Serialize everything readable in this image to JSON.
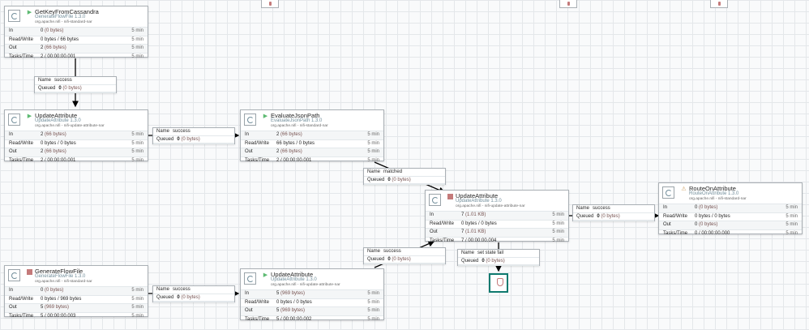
{
  "processors": [
    {
      "name": "GetKeyFromCassandra",
      "type": "GenerateFlowFile 1.3.0",
      "bundle": "org.apache.nifi - nifi-standard-nar",
      "state": "running",
      "in": {
        "count": "0",
        "size": "(0 bytes)"
      },
      "rw": "0 bytes / 66 bytes",
      "out": {
        "count": "2",
        "size": "(66 bytes)"
      },
      "tasks": "2 / 00:00:00.001",
      "window": "5 min"
    },
    {
      "name": "UpdateAttribute",
      "type": "UpdateAttribute 1.3.0",
      "bundle": "org.apache.nifi - nifi-update-attribute-nar",
      "state": "running",
      "in": {
        "count": "2",
        "size": "(66 bytes)"
      },
      "rw": "0 bytes / 0 bytes",
      "out": {
        "count": "2",
        "size": "(66 bytes)"
      },
      "tasks": "2 / 00:00:00.001",
      "window": "5 min"
    },
    {
      "name": "EvaluateJsonPath",
      "type": "EvaluateJsonPath 1.3.0",
      "bundle": "org.apache.nifi - nifi-standard-nar",
      "state": "running",
      "in": {
        "count": "2",
        "size": "(66 bytes)"
      },
      "rw": "66 bytes / 0 bytes",
      "out": {
        "count": "2",
        "size": "(66 bytes)"
      },
      "tasks": "2 / 00:00:00.001",
      "window": "5 min"
    },
    {
      "name": "UpdateAttribute",
      "type": "UpdateAttribute 1.3.0",
      "bundle": "org.apache.nifi - nifi-update-attribute-nar",
      "state": "stopped",
      "in": {
        "count": "7",
        "size": "(1.01 KB)"
      },
      "rw": "0 bytes / 0 bytes",
      "out": {
        "count": "7",
        "size": "(1.01 KB)"
      },
      "tasks": "7 / 00:00:00.004",
      "window": "5 min"
    },
    {
      "name": "RouteOnAttribute",
      "type": "RouteOnAttribute 1.3.0",
      "bundle": "org.apache.nifi - nifi-standard-nar",
      "state": "invalid",
      "in": {
        "count": "0",
        "size": "(0 bytes)"
      },
      "rw": "0 bytes / 0 bytes",
      "out": {
        "count": "0",
        "size": "(0 bytes)"
      },
      "tasks": "0 / 00:00:00.000",
      "window": "5 min"
    },
    {
      "name": "GenerateFlowFile",
      "type": "GenerateFlowFile 1.3.0",
      "bundle": "org.apache.nifi - nifi-standard-nar",
      "state": "stopped",
      "in": {
        "count": "0",
        "size": "(0 bytes)"
      },
      "rw": "0 bytes / 969 bytes",
      "out": {
        "count": "5",
        "size": "(969 bytes)"
      },
      "tasks": "5 / 00:00:00.003",
      "window": "5 min"
    },
    {
      "name": "UpdateAttribute",
      "type": "UpdateAttribute 1.3.0",
      "bundle": "org.apache.nifi - nifi-update-attribute-nar",
      "state": "running",
      "in": {
        "count": "5",
        "size": "(969 bytes)"
      },
      "rw": "0 bytes / 0 bytes",
      "out": {
        "count": "5",
        "size": "(969 bytes)"
      },
      "tasks": "5 / 00:00:00.002",
      "window": "5 min"
    }
  ],
  "connections": [
    {
      "name": "success",
      "queued_count": "0",
      "queued_size": "(0 bytes)"
    },
    {
      "name": "success",
      "queued_count": "0",
      "queued_size": "(0 bytes)"
    },
    {
      "name": "matched",
      "queued_count": "0",
      "queued_size": "(0 bytes)"
    },
    {
      "name": "success",
      "queued_count": "0",
      "queued_size": "(0 bytes)"
    },
    {
      "name": "success",
      "queued_count": "0",
      "queued_size": "(0 bytes)"
    },
    {
      "name": "set state fail",
      "queued_count": "0",
      "queued_size": "(0 bytes)"
    },
    {
      "name": "success",
      "queued_count": "0",
      "queued_size": "(0 bytes)"
    }
  ],
  "labels": {
    "in": "In",
    "rw": "Read/Write",
    "out": "Out",
    "tasks": "Tasks/Time",
    "conn_name": "Name",
    "conn_queued": "Queued"
  },
  "colors": {
    "running": "#5dba72",
    "stopped": "#c47a7a",
    "invalid": "#cf9f5d",
    "link": "#000000"
  }
}
